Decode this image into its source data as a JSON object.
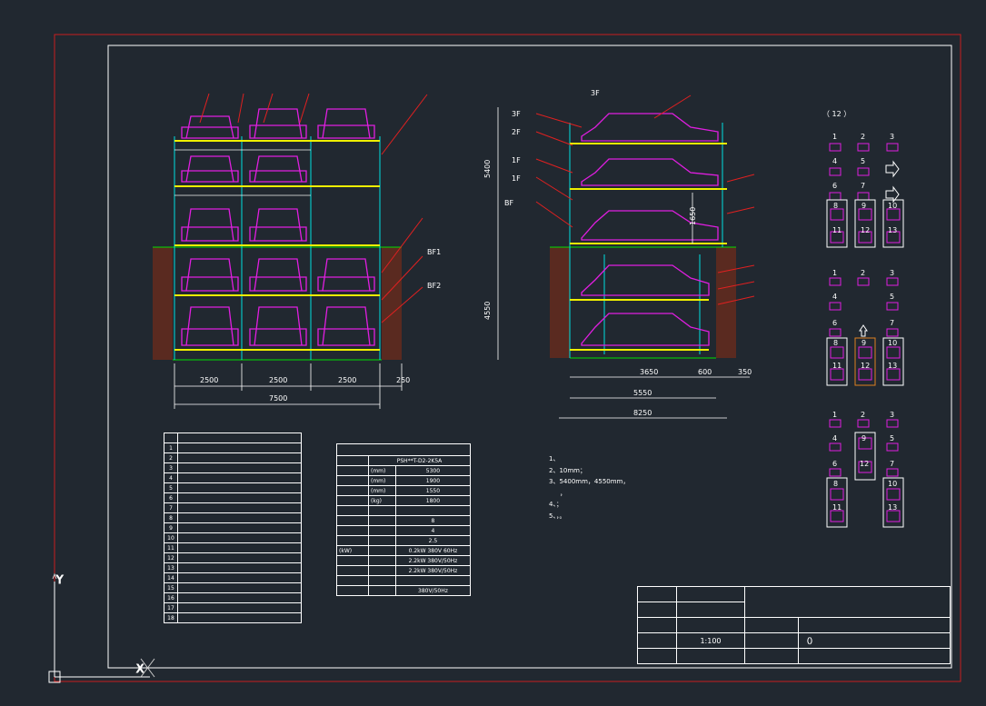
{
  "colors": {
    "background": "#212830",
    "frame_outer": "#c81e1e",
    "frame_inner": "#ffffff",
    "car": "#e01ee0",
    "structure_yellow": "#f0f000",
    "structure_cyan": "#00e0e0",
    "leader": "#e02020",
    "ground": "#7a3a2a",
    "dimension": "#ffffff"
  },
  "front_view": {
    "dims": [
      "2500",
      "2500",
      "2500",
      "250"
    ],
    "total": "7500",
    "labels": [
      "BF1 ",
      "BF2 "
    ]
  },
  "side_view": {
    "dims": {
      "upper_height": "5400",
      "lower_height": "4550",
      "inner": "1650",
      "b1": "3650",
      "b2": "600",
      "b3": "350",
      "w1": "5550",
      "w2": "8250"
    },
    "labels": [
      "3F ",
      "2F ",
      "1F ",
      "1F ",
      "BF "
    ]
  },
  "layout_title": "（ 12 ）",
  "grid_groups": [
    {
      "top": [
        "1",
        "2",
        "3"
      ],
      "mid": [
        "4",
        "5"
      ],
      "low": [
        "6",
        "7"
      ],
      "box": [
        "8",
        "9",
        "10",
        "11",
        "12",
        "13"
      ]
    },
    {
      "top": [
        "1",
        "2",
        "3"
      ],
      "mid": [
        "4",
        "5"
      ],
      "low": [
        "6",
        "7"
      ],
      "box": [
        "8",
        "9",
        "10",
        "11",
        "12",
        "13"
      ]
    },
    {
      "top": [
        "1",
        "2",
        "3"
      ],
      "mid": [
        "4",
        "9",
        "5"
      ],
      "low": [
        "6",
        "12",
        "7"
      ],
      "box": [
        "8",
        "10",
        "11",
        "13"
      ]
    }
  ],
  "parts_table": {
    "header": [
      "",
      ""
    ],
    "rows": [
      "1",
      "2",
      "3",
      "4",
      "5",
      "6",
      "7",
      "8",
      "9",
      "10",
      "11",
      "12",
      "13",
      "14",
      "15",
      "16",
      "17",
      "18"
    ]
  },
  "tech_table": {
    "title": "",
    "model": "PSH**T-D2-2K5A",
    "rows": [
      [
        "",
        "(mm)",
        "5300"
      ],
      [
        "",
        "(mm)",
        "1900"
      ],
      [
        "",
        "(mm)",
        "1550"
      ],
      [
        "",
        "(kg)",
        "1800"
      ],
      [
        "",
        "",
        ""
      ],
      [
        "",
        "",
        "8"
      ],
      [
        "",
        "",
        "4"
      ],
      [
        "",
        "",
        "2.5"
      ],
      [
        "(kW)",
        "",
        "0.2kW 380V 60Hz"
      ],
      [
        "",
        "",
        "2.2kW 380V/50Hz"
      ],
      [
        "",
        "",
        "2.2kW 380V/50Hz"
      ],
      [
        "",
        "",
        ""
      ],
      [
        "",
        "",
        "380V/50Hz"
      ]
    ]
  },
  "notes": {
    "title": "",
    "items": [
      "1、",
      "2、10mm；",
      "3、5400mm，4550mm，",
      "，",
      "4、；",
      "5、，。"
    ]
  },
  "title_block": {
    "rows": [
      "",
      "",
      "",
      "",
      ""
    ],
    "scale_value": "1:100",
    "project_label": "",
    "name_label": "",
    "drawing_no_label": "",
    "drawing_title": "（）"
  }
}
